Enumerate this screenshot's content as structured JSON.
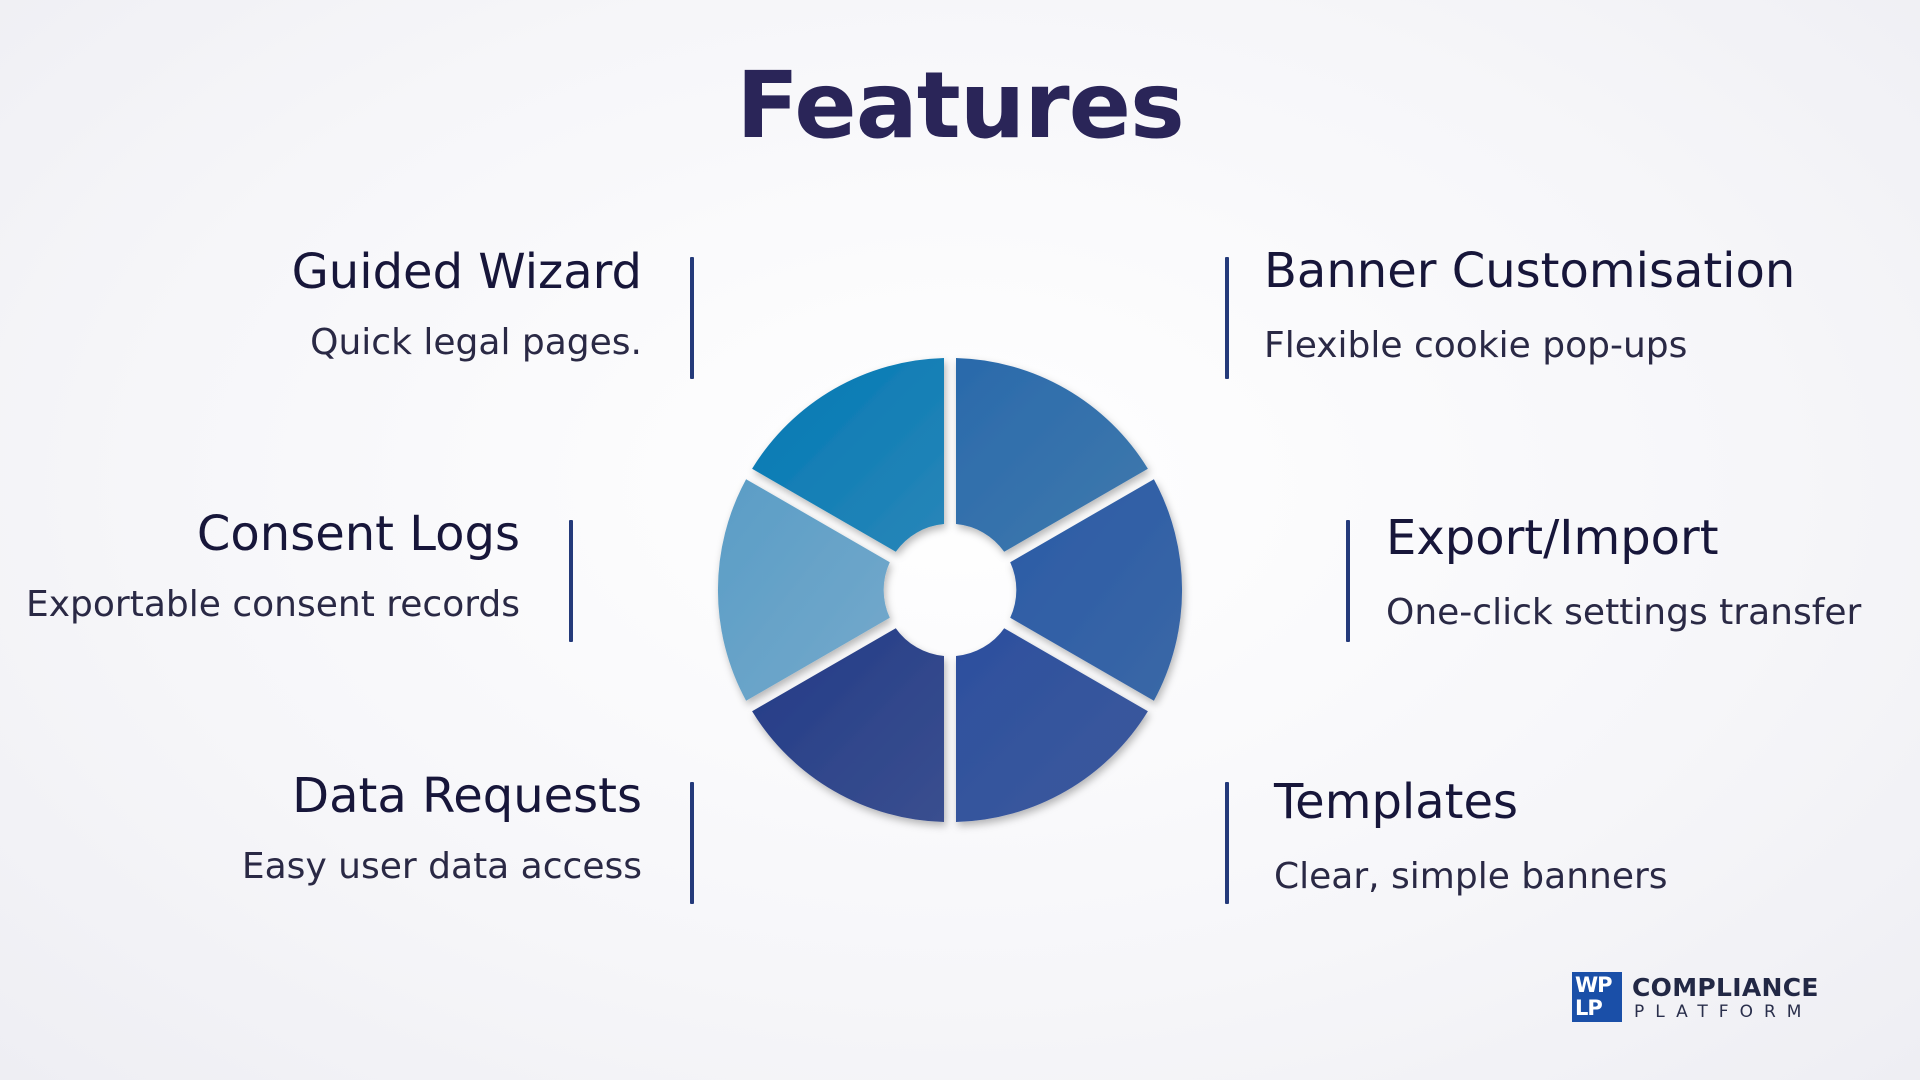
{
  "title": "Features",
  "features": {
    "guided_wizard": {
      "title": "Guided Wizard",
      "desc": "Quick legal pages."
    },
    "consent_logs": {
      "title": "Consent Logs",
      "desc": "Exportable consent records"
    },
    "data_requests": {
      "title": "Data Requests",
      "desc": "Easy user data access"
    },
    "banner_customisation": {
      "title": "Banner Customisation",
      "desc": "Flexible cookie pop-ups"
    },
    "export_import": {
      "title": "Export/Import",
      "desc": "One-click settings transfer"
    },
    "templates": {
      "title": "Templates",
      "desc": "Clear, simple banners"
    }
  },
  "wheel": {
    "segments": [
      {
        "name": "wheel-segment-top-right",
        "color_a": "#2a6aab",
        "color_b": "#4079ad"
      },
      {
        "name": "wheel-segment-right",
        "color_a": "#2b5aa6",
        "color_b": "#3a68a6"
      },
      {
        "name": "wheel-segment-bottom-right",
        "color_a": "#2c4f9e",
        "color_b": "#3e5a9c"
      },
      {
        "name": "wheel-segment-bottom-left",
        "color_a": "#233b87",
        "color_b": "#3a4f8f"
      },
      {
        "name": "wheel-segment-left",
        "color_a": "#5a9dc6",
        "color_b": "#75a9cb"
      },
      {
        "name": "wheel-segment-top-left",
        "color_a": "#0079b4",
        "color_b": "#2a86b8"
      }
    ]
  },
  "colors": {
    "title": "#2a2558",
    "accent": "#243a7a",
    "logo": "#1a4fa8"
  },
  "logo": {
    "mark_top": "WP",
    "mark_bottom": "LP",
    "name": "COMPLIANCE",
    "subtitle": "PLATFORM"
  }
}
